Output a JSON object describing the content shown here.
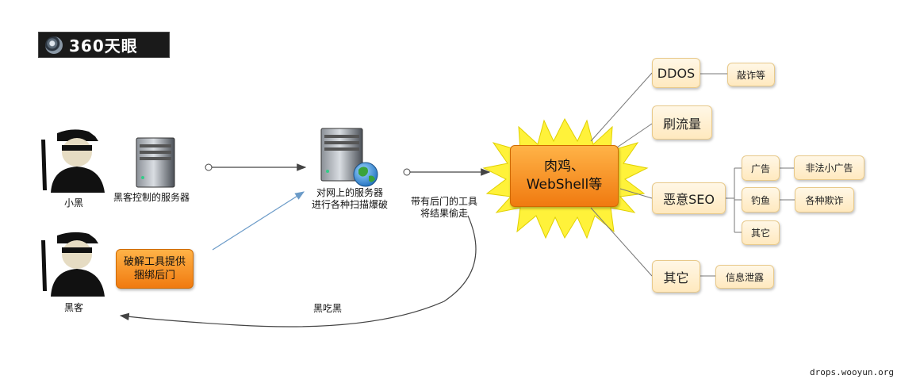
{
  "logo": {
    "text": "360天眼"
  },
  "actors": {
    "xiaohei": "小黑",
    "hacker": "黑客"
  },
  "servers": {
    "hacker_server": "黑客控制的服务器",
    "target_line1": "对网上的服务器",
    "target_line2": "进行各种扫描爆破"
  },
  "tool_box": {
    "line1": "破解工具提供",
    "line2": "捆绑后门"
  },
  "steal_label": {
    "line1": "带有后门的工具",
    "line2": "将结果偷走"
  },
  "black_eat_black": "黑吃黑",
  "central": {
    "line1": "肉鸡、",
    "line2": "WebShell等"
  },
  "uses": {
    "ddos": "DDOS",
    "extortion": "敲诈等",
    "traffic": "刷流量",
    "seo": "恶意SEO",
    "ads": "广告",
    "illegal_ads": "非法小广告",
    "phishing": "钓鱼",
    "fraud": "各种欺诈",
    "seo_other": "其它",
    "other": "其它",
    "leak": "信息泄露"
  },
  "credit": "drops.wooyun.org",
  "colors": {
    "orange": "#f07a10",
    "box_fill": "#ffe9bf",
    "star": "#fff23a",
    "arrow_blue": "#6b9bc8"
  }
}
